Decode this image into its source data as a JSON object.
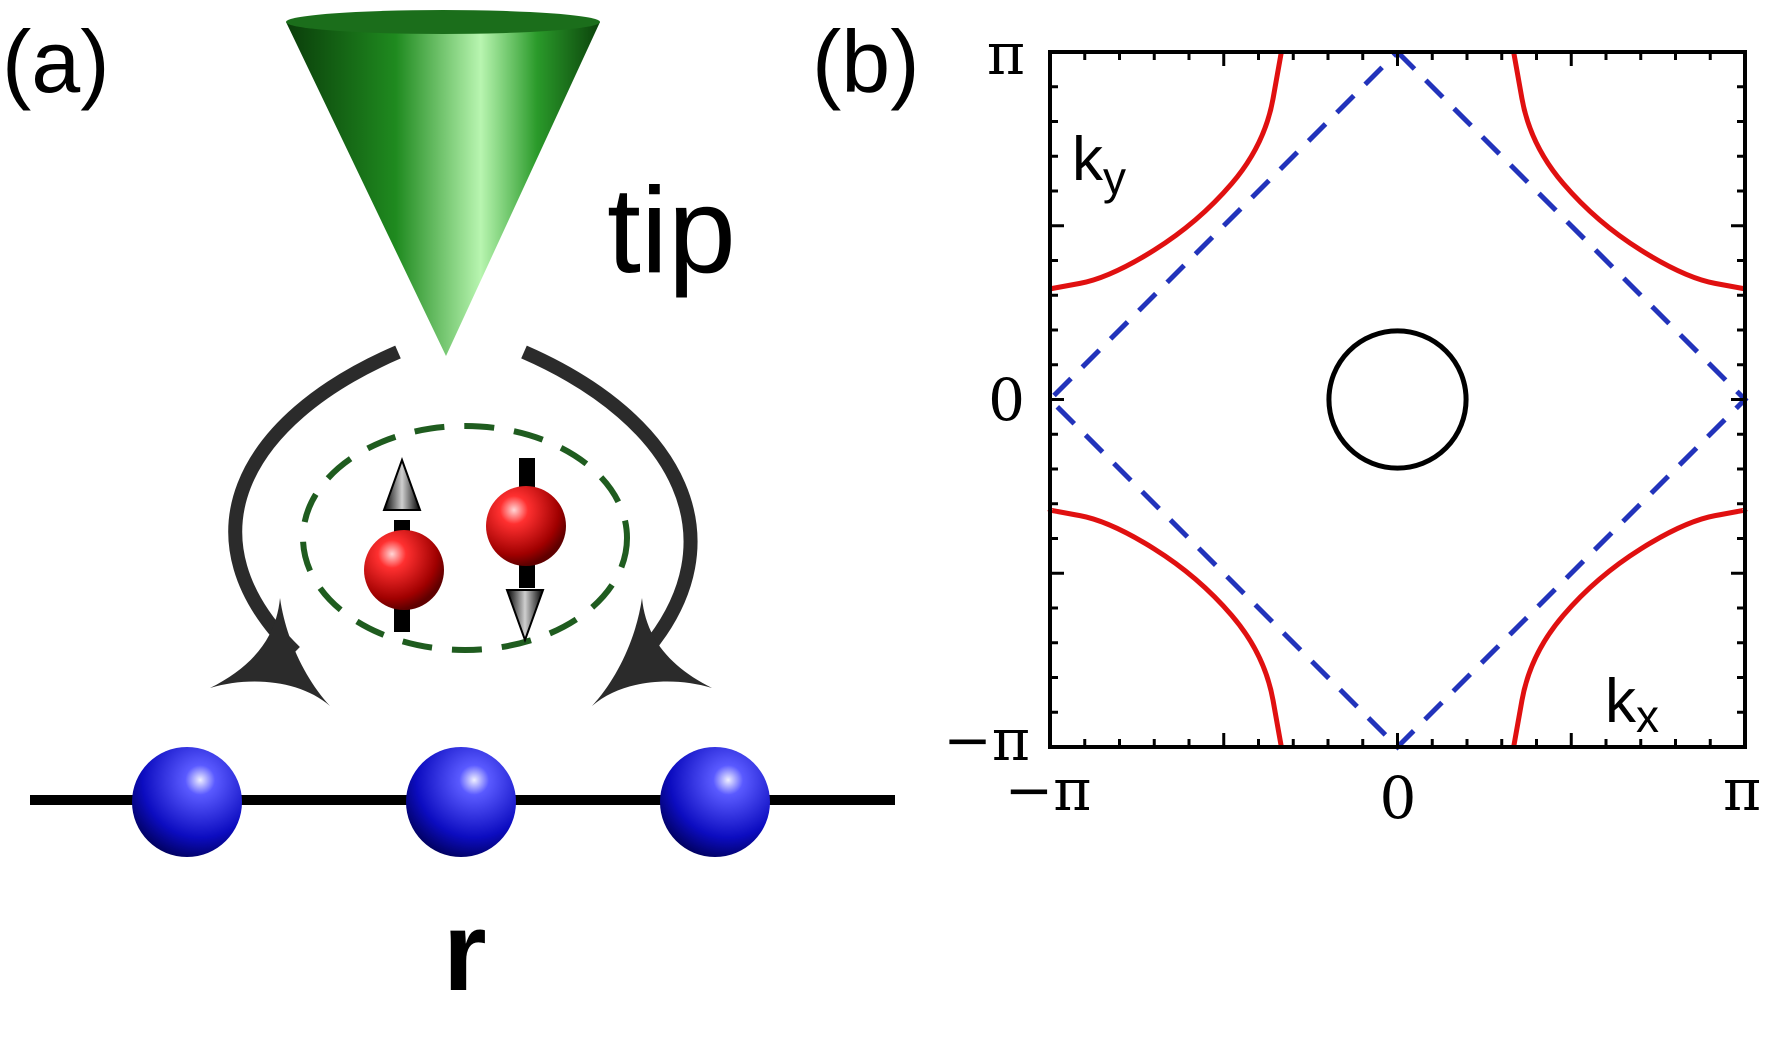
{
  "panel_a": {
    "label": "(a)",
    "tip_label": "tip",
    "position_label": "r",
    "colors": {
      "tip": "#1e7a1e",
      "electron": "#d41414",
      "atom": "#1515c8",
      "arrow": "#2b2b2b",
      "pair_ring": "#1f5c1f"
    },
    "icons": [
      "stm-tip-cone-icon",
      "cooper-pair-icon",
      "spin-up-arrow-icon",
      "spin-down-arrow-icon",
      "lattice-atom-icon"
    ]
  },
  "panel_b": {
    "label": "(b)",
    "ky_label": "k",
    "ky_sub": "y",
    "kx_label": "k",
    "kx_sub": "x",
    "x_ticks": [
      "−π",
      "0",
      "π"
    ],
    "y_ticks": [
      "π",
      "0",
      "−π"
    ]
  },
  "chart_data": {
    "type": "line",
    "xlabel": "kx",
    "ylabel": "ky",
    "xlim": [
      -3.1416,
      3.1416
    ],
    "ylim": [
      -3.1416,
      3.1416
    ],
    "grid": false,
    "series": [
      {
        "color": "#e01010",
        "style": "solid",
        "shape": "curved arcs in the four corners",
        "points": [
          [
            -1.05,
            3.1416
          ],
          [
            -1.2,
            2.3
          ],
          [
            -1.8,
            1.6
          ],
          [
            -2.6,
            1.1
          ],
          [
            -3.1416,
            1.0
          ]
        ]
      },
      {
        "color": "#2233bb",
        "style": "dashed",
        "shape": "diamond",
        "points": [
          [
            0,
            3.1416
          ],
          [
            3.1416,
            0
          ],
          [
            0,
            -3.1416
          ],
          [
            -3.1416,
            0
          ],
          [
            0,
            3.1416
          ]
        ]
      },
      {
        "color": "#000000",
        "style": "solid",
        "shape": "circle",
        "center": [
          0,
          0
        ],
        "radius": 0.62
      }
    ]
  }
}
